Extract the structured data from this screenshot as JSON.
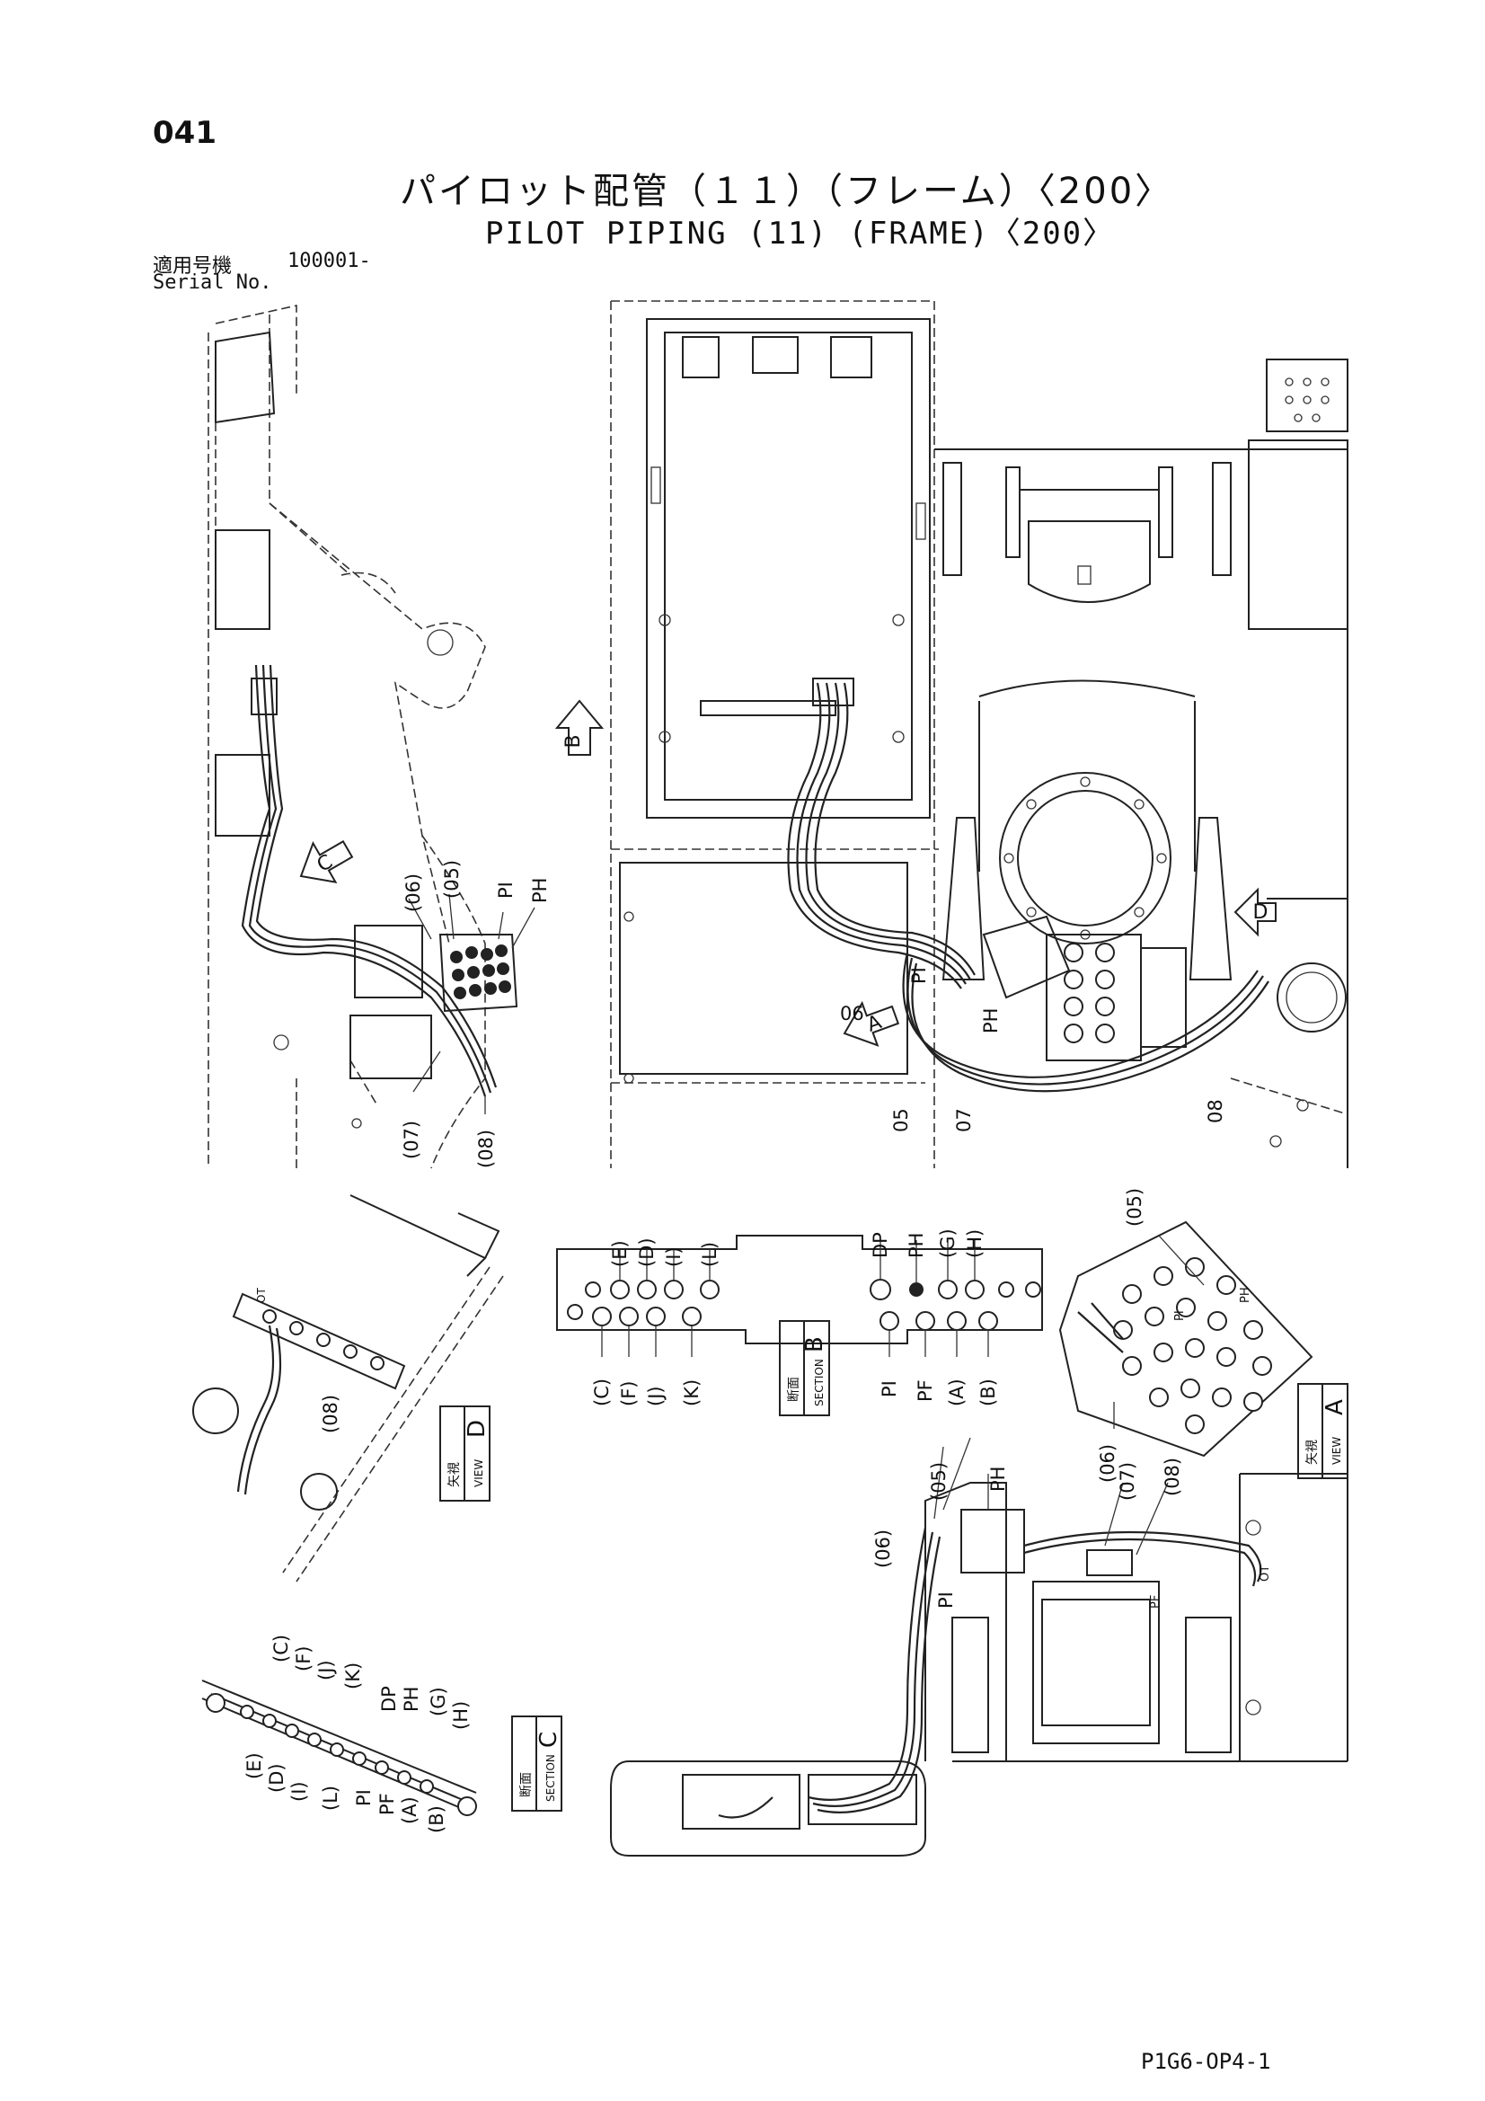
{
  "header": {
    "page_number": "041",
    "title_jp": "パイロット配管（１１）（フレーム）〈200〉",
    "title_en": "PILOT PIPING (11) (FRAME)〈200〉",
    "serial_label_jp": "適用号機",
    "serial_value": "100001-",
    "serial_label_en": "Serial No."
  },
  "view_markers": {
    "A": "A",
    "B": "B",
    "C": "C",
    "D": "D"
  },
  "main_labels": {
    "l06": "(06)",
    "l05": "(05)",
    "pi": "PI",
    "ph": "PH",
    "l07": "(07)",
    "l08": "(08)",
    "c06": "06",
    "c05": "05",
    "c07": "07",
    "c08": "08",
    "cpi": "PI",
    "cph": "PH"
  },
  "section_b": {
    "label_jp": "断面",
    "label_en": "SECTION",
    "letter": "B",
    "top_ports": [
      "(E)",
      "(D)",
      "(I)",
      "(L)",
      "DP",
      "PH",
      "(G)",
      "(H)"
    ],
    "bottom_ports": [
      "(C)",
      "(F)",
      "(J)",
      "(K)",
      "PI",
      "PF",
      "(A)",
      "(B)"
    ]
  },
  "view_a": {
    "label_jp": "矢視",
    "label_en": "VIEW",
    "letter": "A",
    "callouts": [
      "(05)",
      "(06)"
    ],
    "inline": [
      "PI",
      "PH"
    ]
  },
  "view_d": {
    "label_jp": "矢視",
    "label_en": "VIEW",
    "letter": "D",
    "callout": "(08)",
    "port": "OT"
  },
  "section_c": {
    "label_jp": "断面",
    "label_en": "SECTION",
    "letter": "C",
    "upper_ports": [
      "(C)",
      "(F)",
      "(J)",
      "(K)",
      "DP",
      "PH",
      "(G)",
      "(H)"
    ],
    "lower_ports": [
      "(E)",
      "(D)",
      "(I)",
      "(L)",
      "PI",
      "PF",
      "(A)",
      "(B)"
    ]
  },
  "bottom_view": {
    "callouts": [
      "(05)",
      "(06)",
      "(07)",
      "(08)",
      "PH",
      "PI",
      "PF",
      "OT"
    ]
  },
  "footer": {
    "doc_code": "P1G6-OP4-1"
  }
}
